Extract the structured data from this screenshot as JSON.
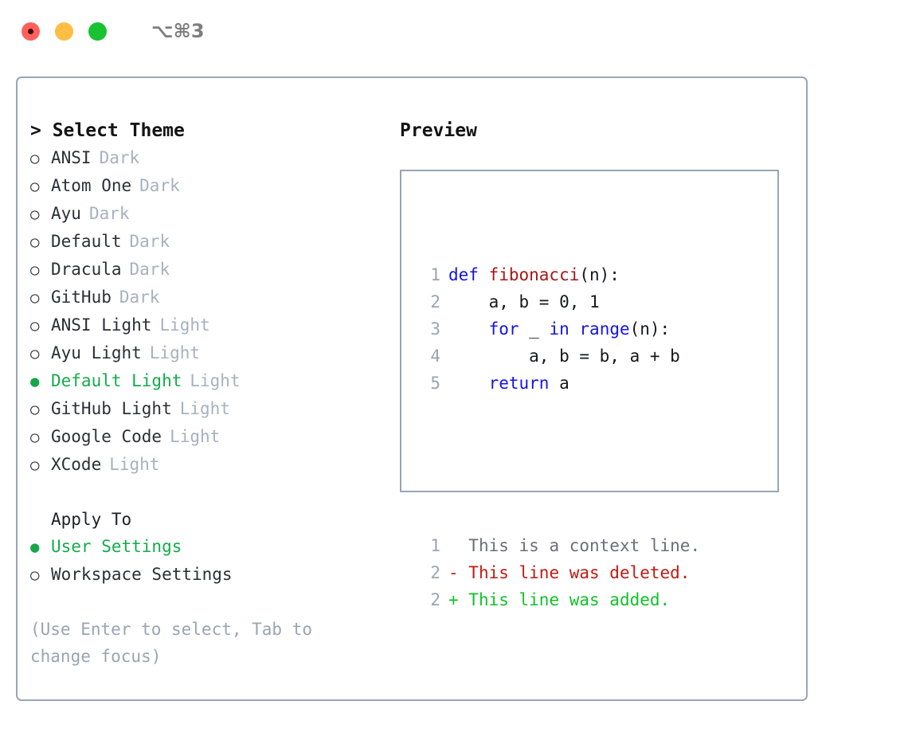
{
  "titlebar": {
    "shortcut": "⌥⌘3",
    "lights": [
      "close-light",
      "minimize-light",
      "zoom-light"
    ]
  },
  "theme_picker": {
    "header": "> Select Theme",
    "bullet_unselected": "○",
    "bullet_selected": "●",
    "items": [
      {
        "name": "ANSI",
        "tag": "Dark",
        "selected": false
      },
      {
        "name": "Atom One",
        "tag": "Dark",
        "selected": false
      },
      {
        "name": "Ayu",
        "tag": "Dark",
        "selected": false
      },
      {
        "name": "Default",
        "tag": "Dark",
        "selected": false
      },
      {
        "name": "Dracula",
        "tag": "Dark",
        "selected": false
      },
      {
        "name": "GitHub",
        "tag": "Dark",
        "selected": false
      },
      {
        "name": "ANSI Light",
        "tag": "Light",
        "selected": false
      },
      {
        "name": "Ayu Light",
        "tag": "Light",
        "selected": false
      },
      {
        "name": "Default Light",
        "tag": "Light",
        "selected": true
      },
      {
        "name": "GitHub Light",
        "tag": "Light",
        "selected": false
      },
      {
        "name": "Google Code",
        "tag": "Light",
        "selected": false
      },
      {
        "name": "XCode",
        "tag": "Light",
        "selected": false
      }
    ]
  },
  "apply_to": {
    "title": "Apply To",
    "options": [
      {
        "name": "User Settings",
        "selected": true
      },
      {
        "name": "Workspace Settings",
        "selected": false
      }
    ]
  },
  "hint": "(Use Enter to select, Tab to change focus)",
  "preview": {
    "title": "Preview",
    "code_lines": [
      {
        "num": "1",
        "tokens": [
          {
            "t": "def ",
            "c": "kw"
          },
          {
            "t": "fibonacci",
            "c": "fn"
          },
          {
            "t": "(n):",
            "c": "pl"
          }
        ]
      },
      {
        "num": "2",
        "tokens": [
          {
            "t": "    a, b = 0, 1",
            "c": "pl"
          }
        ]
      },
      {
        "num": "3",
        "tokens": [
          {
            "t": "    ",
            "c": "pl"
          },
          {
            "t": "for",
            "c": "kw"
          },
          {
            "t": " _ ",
            "c": "pl"
          },
          {
            "t": "in",
            "c": "kw"
          },
          {
            "t": " ",
            "c": "pl"
          },
          {
            "t": "range",
            "c": "kw"
          },
          {
            "t": "(n):",
            "c": "pl"
          }
        ]
      },
      {
        "num": "4",
        "tokens": [
          {
            "t": "        a, b = b, a + b",
            "c": "pl"
          }
        ]
      },
      {
        "num": "5",
        "tokens": [
          {
            "t": "    ",
            "c": "pl"
          },
          {
            "t": "return",
            "c": "kw"
          },
          {
            "t": " a",
            "c": "pl"
          }
        ]
      }
    ],
    "diff_lines": [
      {
        "num": "1",
        "marker": "  ",
        "text": "This is a context line.",
        "c": "ctx"
      },
      {
        "num": "2",
        "marker": "- ",
        "text": "This line was deleted.",
        "c": "del"
      },
      {
        "num": "2",
        "marker": "+ ",
        "text": "This line was added.",
        "c": "add"
      }
    ]
  },
  "colors": {
    "selected_green": "#12ad4a",
    "tag_gray": "#a8b1bf",
    "border": "#9aa5b5",
    "keyword_blue": "#1414e0",
    "function_red": "#a61616",
    "diff_add_green": "#12c22a",
    "diff_del_red": "#c21a12",
    "traffic_red": "#ff605c",
    "traffic_yellow": "#ffbd44",
    "traffic_green": "#18c231"
  }
}
